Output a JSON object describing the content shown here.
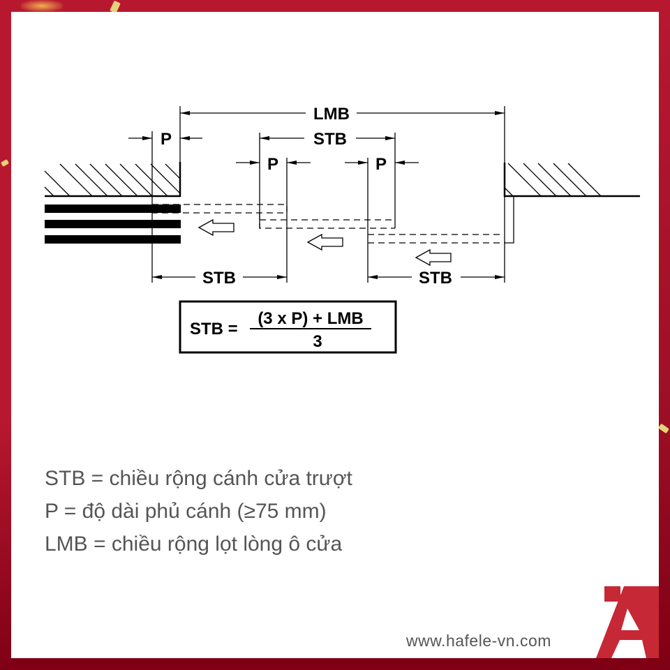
{
  "diagram": {
    "labels": {
      "lmb_top": "LMB",
      "stb_top": "STB",
      "p_left": "P",
      "p_mid1": "P",
      "p_mid2": "P",
      "stb_bottom_left": "STB",
      "stb_bottom_right": "STB"
    },
    "formula": {
      "lhs": "STB =",
      "numerator": "(3 x P) + LMB",
      "denominator": "3"
    }
  },
  "legend": {
    "items": [
      "STB = chiều rộng cánh cửa trượt",
      "P = độ dài phủ cánh (≥75 mm)",
      "LMB = chiều rộng lọt lòng ô cửa"
    ]
  },
  "footer": {
    "website": "www.hafele-vn.com",
    "logo_icon": "hafele-logo-icon"
  },
  "colors": {
    "frame_red": "#b8182f",
    "frame_dark": "#7f0015",
    "logo_red": "#c62835",
    "text_gray": "#555555",
    "ink": "#000000"
  }
}
